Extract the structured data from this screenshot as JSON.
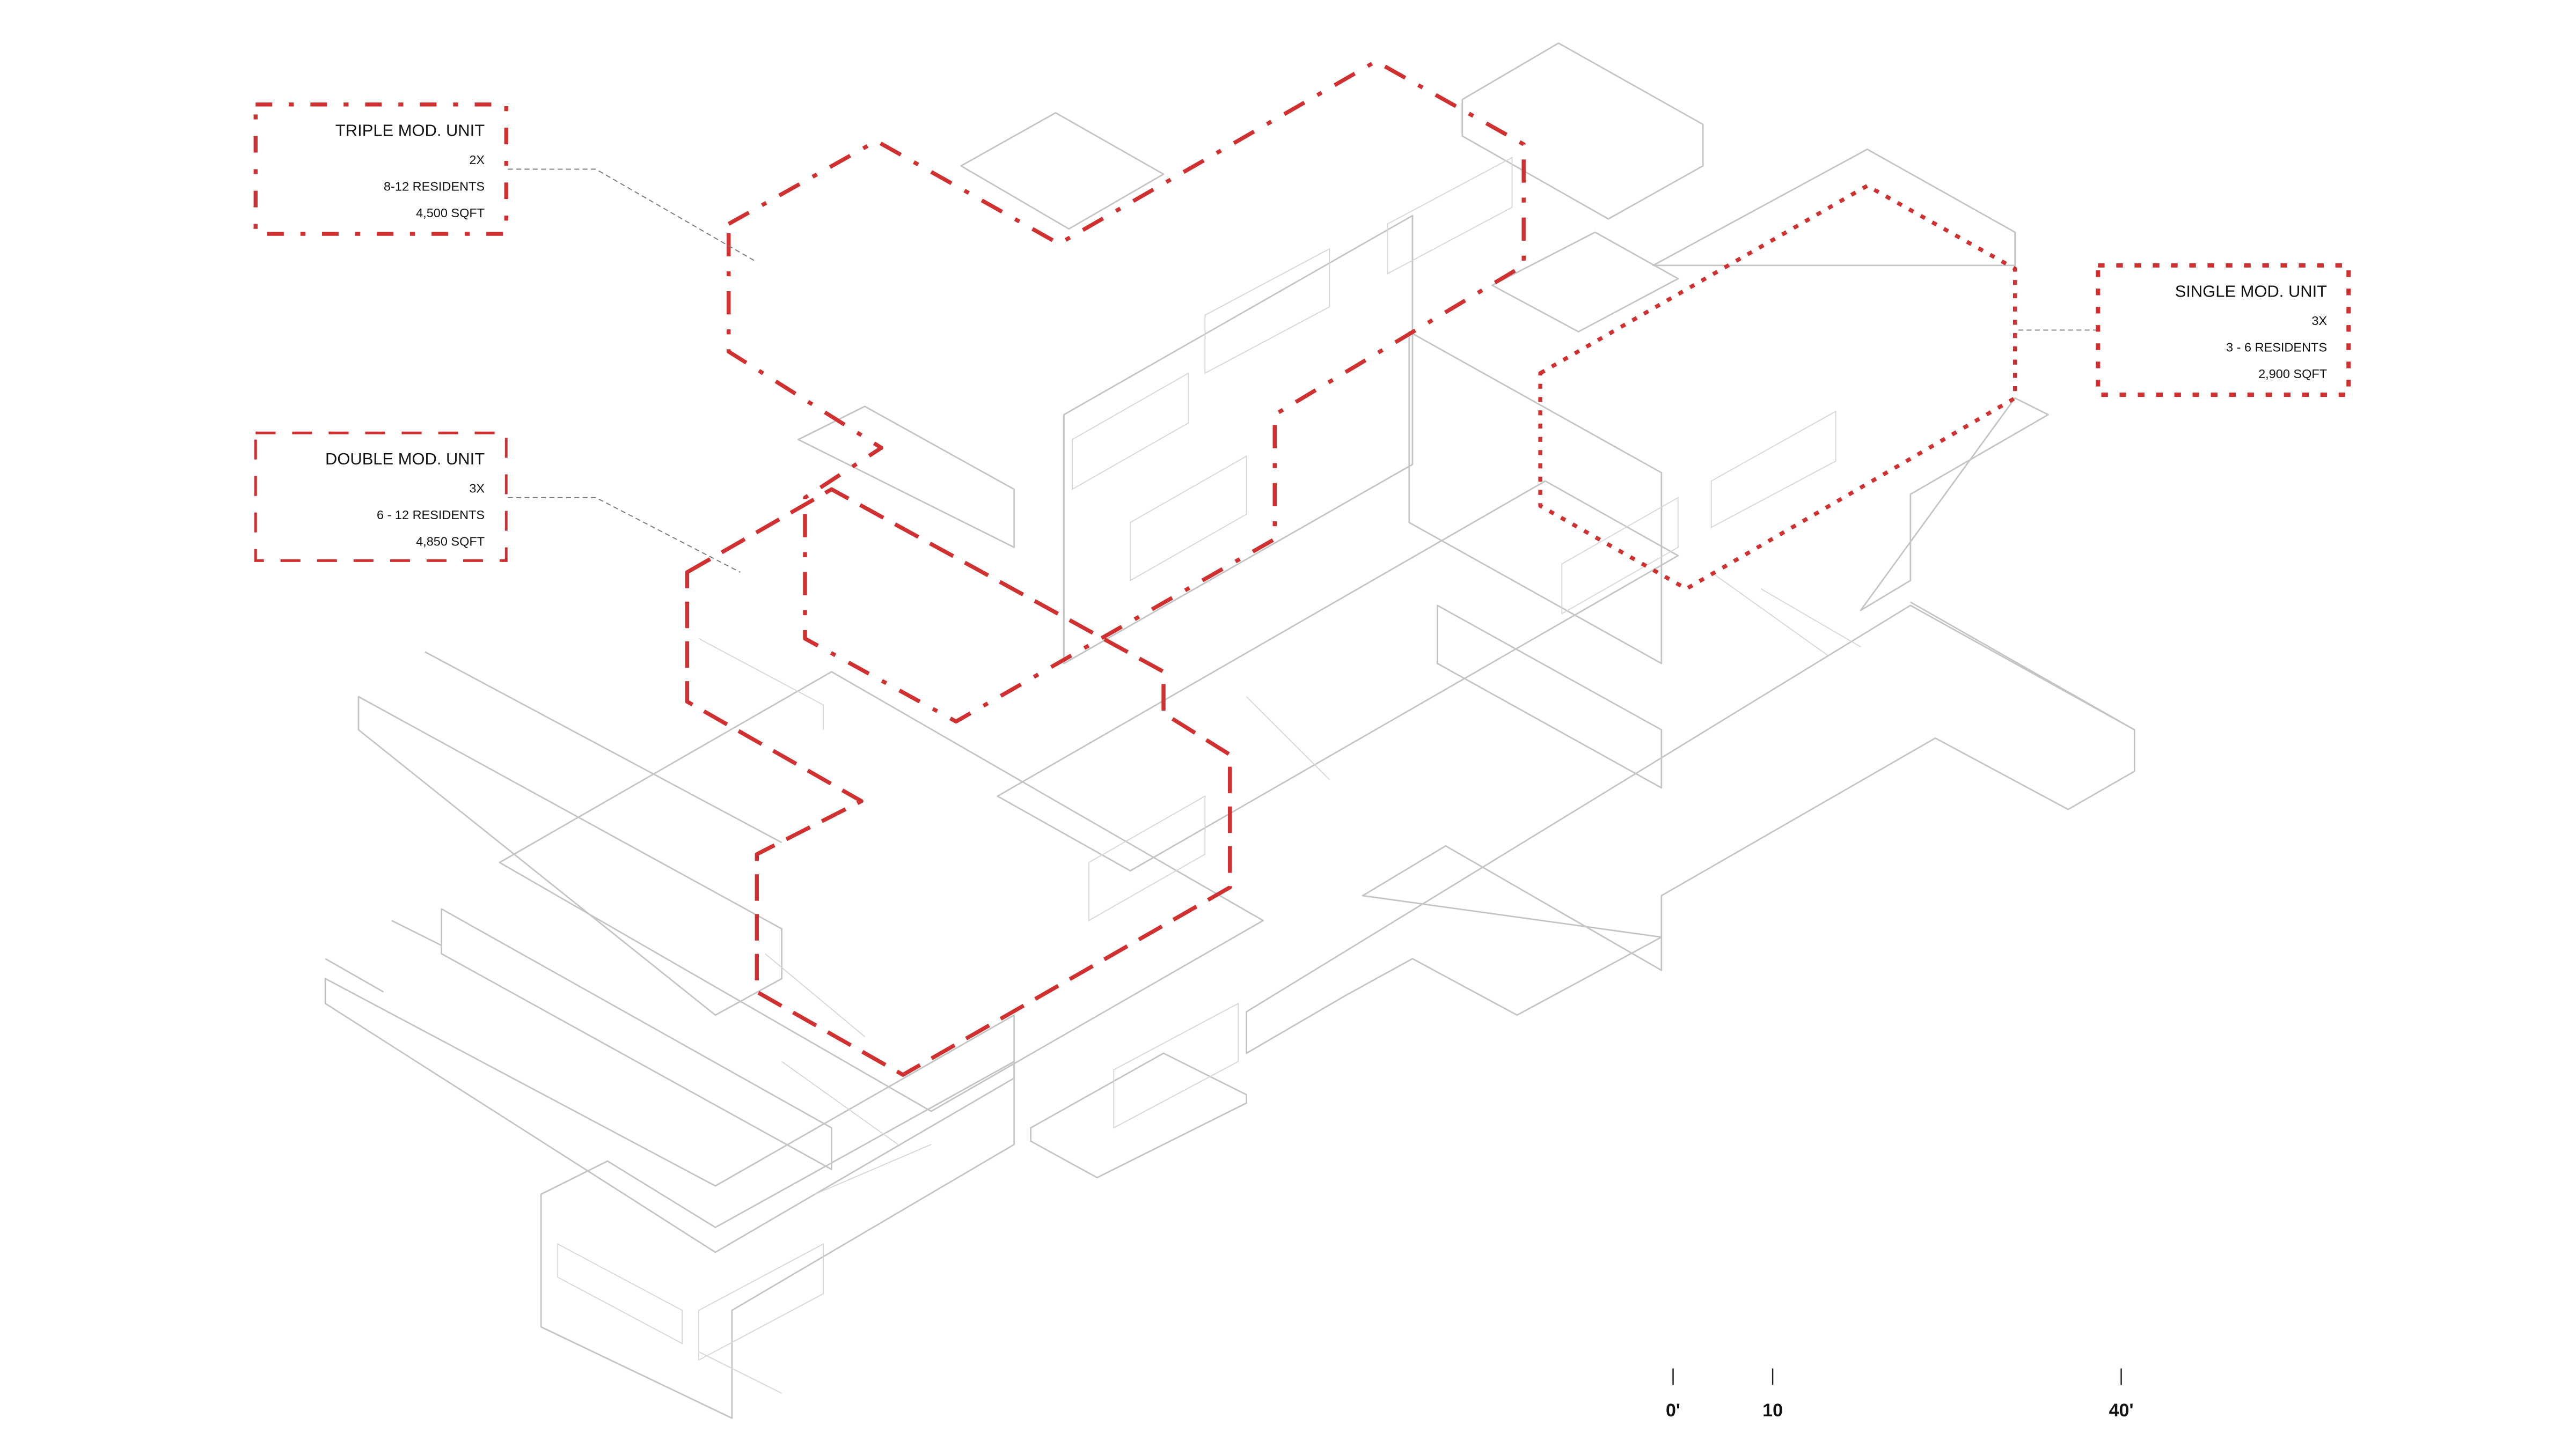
{
  "colors": {
    "accent": "#d03030",
    "linework": "#c4c4c4"
  },
  "units": [
    {
      "title": "TRIPLE MOD. UNIT",
      "count": "2X",
      "residents": "8-12 RESIDENTS",
      "area": "4,500 SQFT",
      "line_style": "dash-dot"
    },
    {
      "title": "DOUBLE MOD. UNIT",
      "count": "3X",
      "residents": "6 - 12 RESIDENTS",
      "area": "4,850 SQFT",
      "line_style": "dashed"
    },
    {
      "title": "SINGLE MOD. UNIT",
      "count": "3X",
      "residents": "3 - 6 RESIDENTS",
      "area": "2,900 SQFT",
      "line_style": "dotted"
    }
  ],
  "scale_bar": {
    "labels": [
      "0'",
      "10",
      "40'"
    ]
  }
}
